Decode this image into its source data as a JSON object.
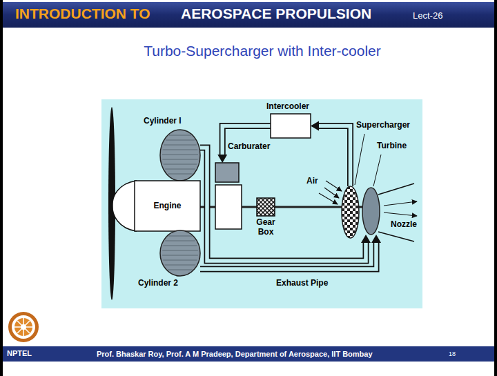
{
  "diagram": {
    "title": "Turbo-Supercharger with Inter-cooler",
    "nodes": [
      {
        "text": [
          "Cylinder I"
        ]
      },
      {
        "text": [
          "Intercooler"
        ]
      },
      {
        "text": [
          "Carburater"
        ]
      },
      {
        "text": [
          "Supercharger"
        ]
      },
      {
        "text": [
          "Turbine"
        ]
      },
      {
        "text": [
          "Engine"
        ]
      },
      {
        "text": [
          "Gear Box"
        ]
      },
      {
        "text": [
          "Cylinder 2"
        ]
      }
    ],
    "edges": [
      {
        "from": 3,
        "to": 1,
        "arrow": "to"
      },
      {
        "from": 1,
        "to": 2,
        "arrow": "to"
      },
      {
        "from": 0,
        "to": 4,
        "arrow": "to"
      },
      {
        "from": 7,
        "to": 4,
        "arrow": "to"
      },
      {
        "from": 6,
        "to": 3,
        "arrow": "none"
      },
      {
        "from": 3,
        "to": 4,
        "arrow": "none"
      }
    ],
    "labels": [
      "INTRODUCTION TO",
      "AEROSPACE PROPULSION",
      "Lect-26",
      "Air",
      "Exhaust Pipe",
      "Nozzle",
      "Prof. Bhaskar Roy, Prof. A M Pradeep, Department of Aerospace, IIT Bombay",
      "18",
      "NPTEL"
    ]
  }
}
